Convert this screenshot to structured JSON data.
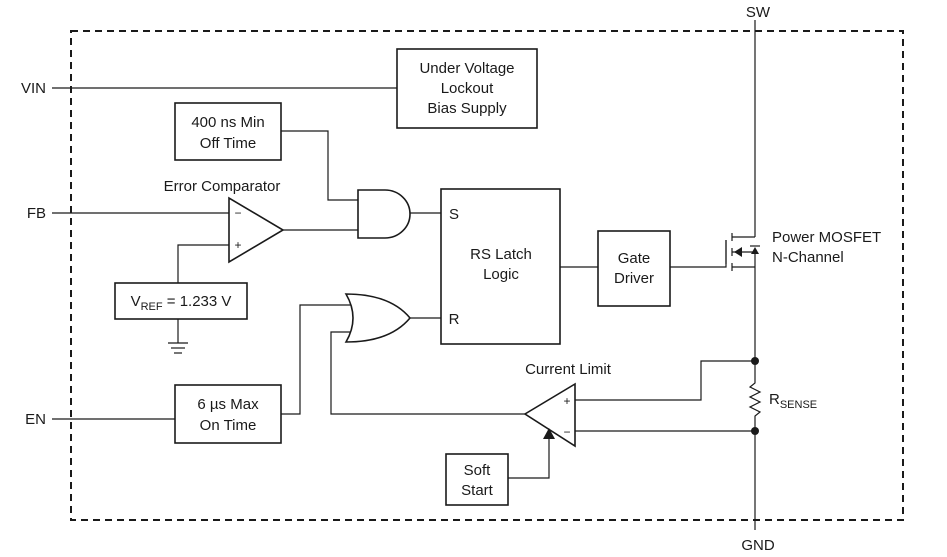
{
  "pins": {
    "vin": "VIN",
    "fb": "FB",
    "en": "EN",
    "sw": "SW",
    "gnd": "GND"
  },
  "blocks": {
    "uvlo": [
      "Under Voltage",
      "Lockout",
      "Bias Supply"
    ],
    "min_off": [
      "400 ns Min",
      "Off Time"
    ],
    "max_on": [
      "6 µs Max",
      "On Time"
    ],
    "rs_latch": [
      "RS Latch",
      "Logic"
    ],
    "gate_driver": [
      "Gate",
      "Driver"
    ],
    "soft_start": [
      "Soft",
      "Start"
    ],
    "vref": {
      "v": "V",
      "sub": "REF",
      "value": " = 1.233 V"
    }
  },
  "labels": {
    "error_comparator": "Error Comparator",
    "current_limit": "Current Limit",
    "mosfet": [
      "Power MOSFET",
      "N-Channel"
    ],
    "rsense": {
      "r": "R",
      "sub": "SENSE"
    },
    "latch_s": "S",
    "latch_r": "R",
    "minus": "−",
    "plus": "+"
  }
}
